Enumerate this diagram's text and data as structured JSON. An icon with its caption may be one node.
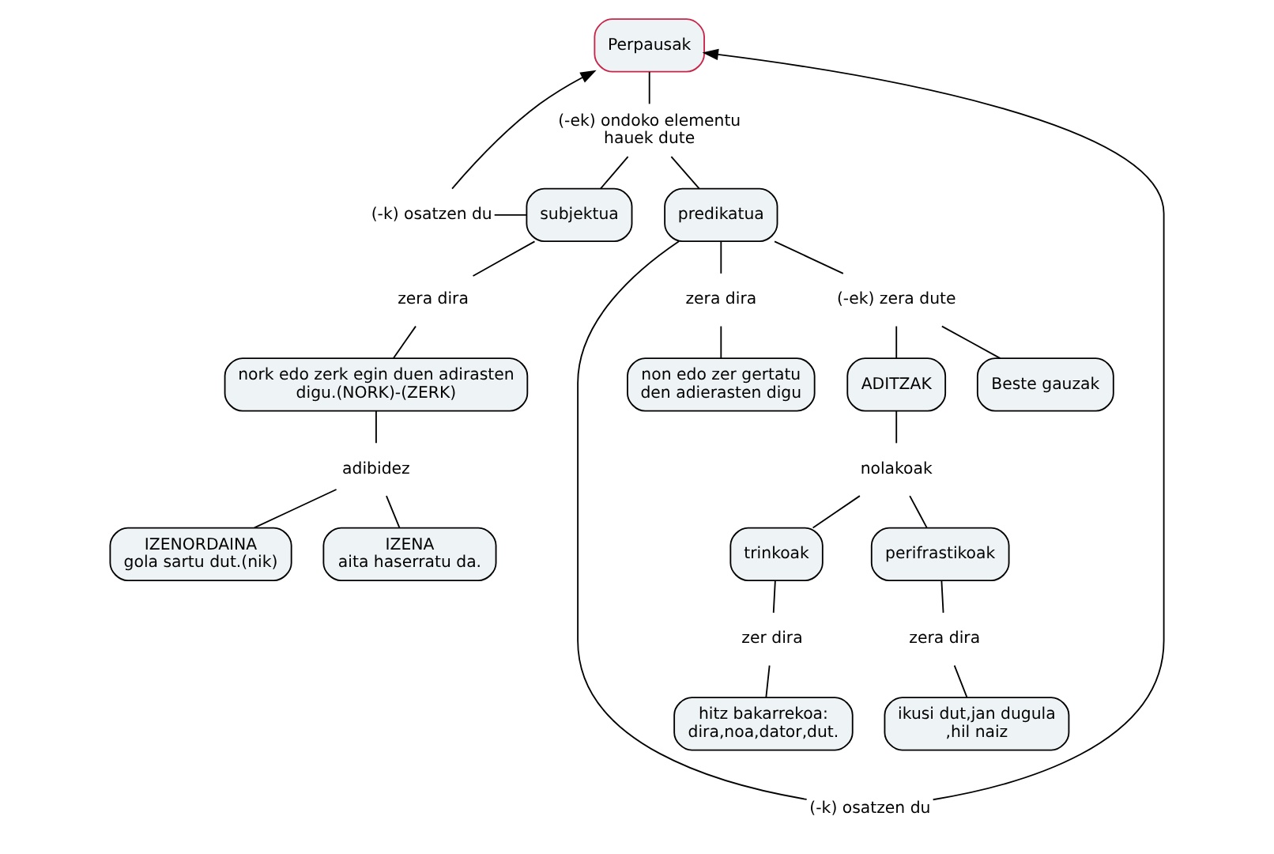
{
  "diagram": {
    "nodes": [
      {
        "text": [
          "Perpausak"
        ]
      },
      {
        "text": [
          "(-ek) ondoko elementu hauek dute"
        ]
      },
      {
        "text": [
          "(-k) osatzen du"
        ]
      },
      {
        "text": [
          "subjektua"
        ]
      },
      {
        "text": [
          "predikatua"
        ]
      },
      {
        "text": [
          "zera dira"
        ]
      },
      {
        "text": [
          "zera dira"
        ]
      },
      {
        "text": [
          "(-ek) zera dute"
        ]
      },
      {
        "text": [
          "nork edo zerk egin duen adirasten digu.(NORK)-(ZERK)"
        ]
      },
      {
        "text": [
          "non edo zer gertatu den adierasten digu"
        ]
      },
      {
        "text": [
          "ADITZAK"
        ]
      },
      {
        "text": [
          "Beste gauzak"
        ]
      },
      {
        "text": [
          "adibidez"
        ]
      },
      {
        "text": [
          "nolakoak"
        ]
      },
      {
        "text": [
          "IZENORDAINA",
          "gola sartu dut.(nik)"
        ]
      },
      {
        "text": [
          "IZENA",
          "aita haserratu da."
        ]
      },
      {
        "text": [
          "trinkoak"
        ]
      },
      {
        "text": [
          "perifrastikoak"
        ]
      },
      {
        "text": [
          "zer dira"
        ]
      },
      {
        "text": [
          "zera dira"
        ]
      },
      {
        "text": [
          "hitz bakarrekoa: dira,noa,dator,dut."
        ]
      },
      {
        "text": [
          "ikusi dut,jan dugula ,hil naiz"
        ]
      },
      {
        "text": [
          "(-k) osatzen du"
        ]
      }
    ],
    "edges": [
      {
        "from": 0,
        "to": 1,
        "arrow": "none"
      },
      {
        "from": 1,
        "to": 3,
        "arrow": "none"
      },
      {
        "from": 1,
        "to": 4,
        "arrow": "none"
      },
      {
        "from": 2,
        "to": 3,
        "arrow": "none"
      },
      {
        "from": 2,
        "to": 0,
        "arrow": "to"
      },
      {
        "from": 3,
        "to": 5,
        "arrow": "none"
      },
      {
        "from": 5,
        "to": 8,
        "arrow": "none"
      },
      {
        "from": 8,
        "to": 12,
        "arrow": "none"
      },
      {
        "from": 12,
        "to": 14,
        "arrow": "none"
      },
      {
        "from": 12,
        "to": 15,
        "arrow": "none"
      },
      {
        "from": 4,
        "to": 6,
        "arrow": "none"
      },
      {
        "from": 6,
        "to": 9,
        "arrow": "none"
      },
      {
        "from": 4,
        "to": 7,
        "arrow": "none"
      },
      {
        "from": 7,
        "to": 10,
        "arrow": "none"
      },
      {
        "from": 7,
        "to": 11,
        "arrow": "none"
      },
      {
        "from": 10,
        "to": 13,
        "arrow": "none"
      },
      {
        "from": 13,
        "to": 16,
        "arrow": "none"
      },
      {
        "from": 13,
        "to": 17,
        "arrow": "none"
      },
      {
        "from": 16,
        "to": 18,
        "arrow": "none"
      },
      {
        "from": 18,
        "to": 20,
        "arrow": "none"
      },
      {
        "from": 17,
        "to": 19,
        "arrow": "none"
      },
      {
        "from": 19,
        "to": 21,
        "arrow": "none"
      },
      {
        "from": 4,
        "to": 22,
        "arrow": "none"
      },
      {
        "from": 22,
        "to": 0,
        "arrow": "to"
      }
    ]
  }
}
